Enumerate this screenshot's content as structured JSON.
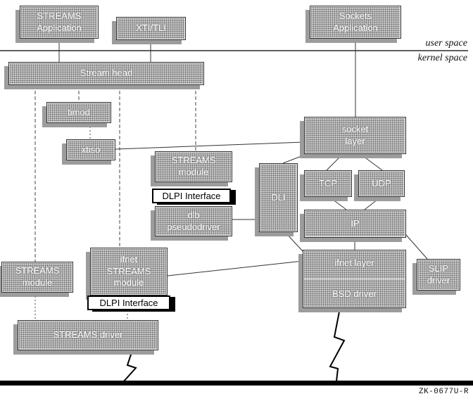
{
  "regions": {
    "user_space_label": "user space",
    "kernel_space_label": "kernel space"
  },
  "figure_code": "ZK-0677U-R",
  "nodes": {
    "streams_application": "STREAMS\nApplication",
    "xti_tli": "XTI/TLI",
    "sockets_application": "Sockets\nApplication",
    "stream_head": "Stream head",
    "timod": "timod",
    "xtiso": "xtiso",
    "socket_layer": "socket\nlayer",
    "streams_module_top": "STREAMS\nmodule",
    "dlpi_interface_top": "DLPI Interface",
    "dlb_pseudodriver": "dlb\npseudodriver",
    "dli": "DLI",
    "tcp": "TCP",
    "udp": "UDP",
    "ip": "IP",
    "streams_module_left": "STREAMS\nmodule",
    "ifnet_streams_module": "ifnet\nSTREAMS\nmodule",
    "dlpi_interface_bottom": "DLPI Interface",
    "ifnet_layer": "ifnet layer",
    "bsd_driver": "BSD driver",
    "slip_driver": "SLIP\ndriver",
    "streams_driver": "STREAMS driver"
  }
}
